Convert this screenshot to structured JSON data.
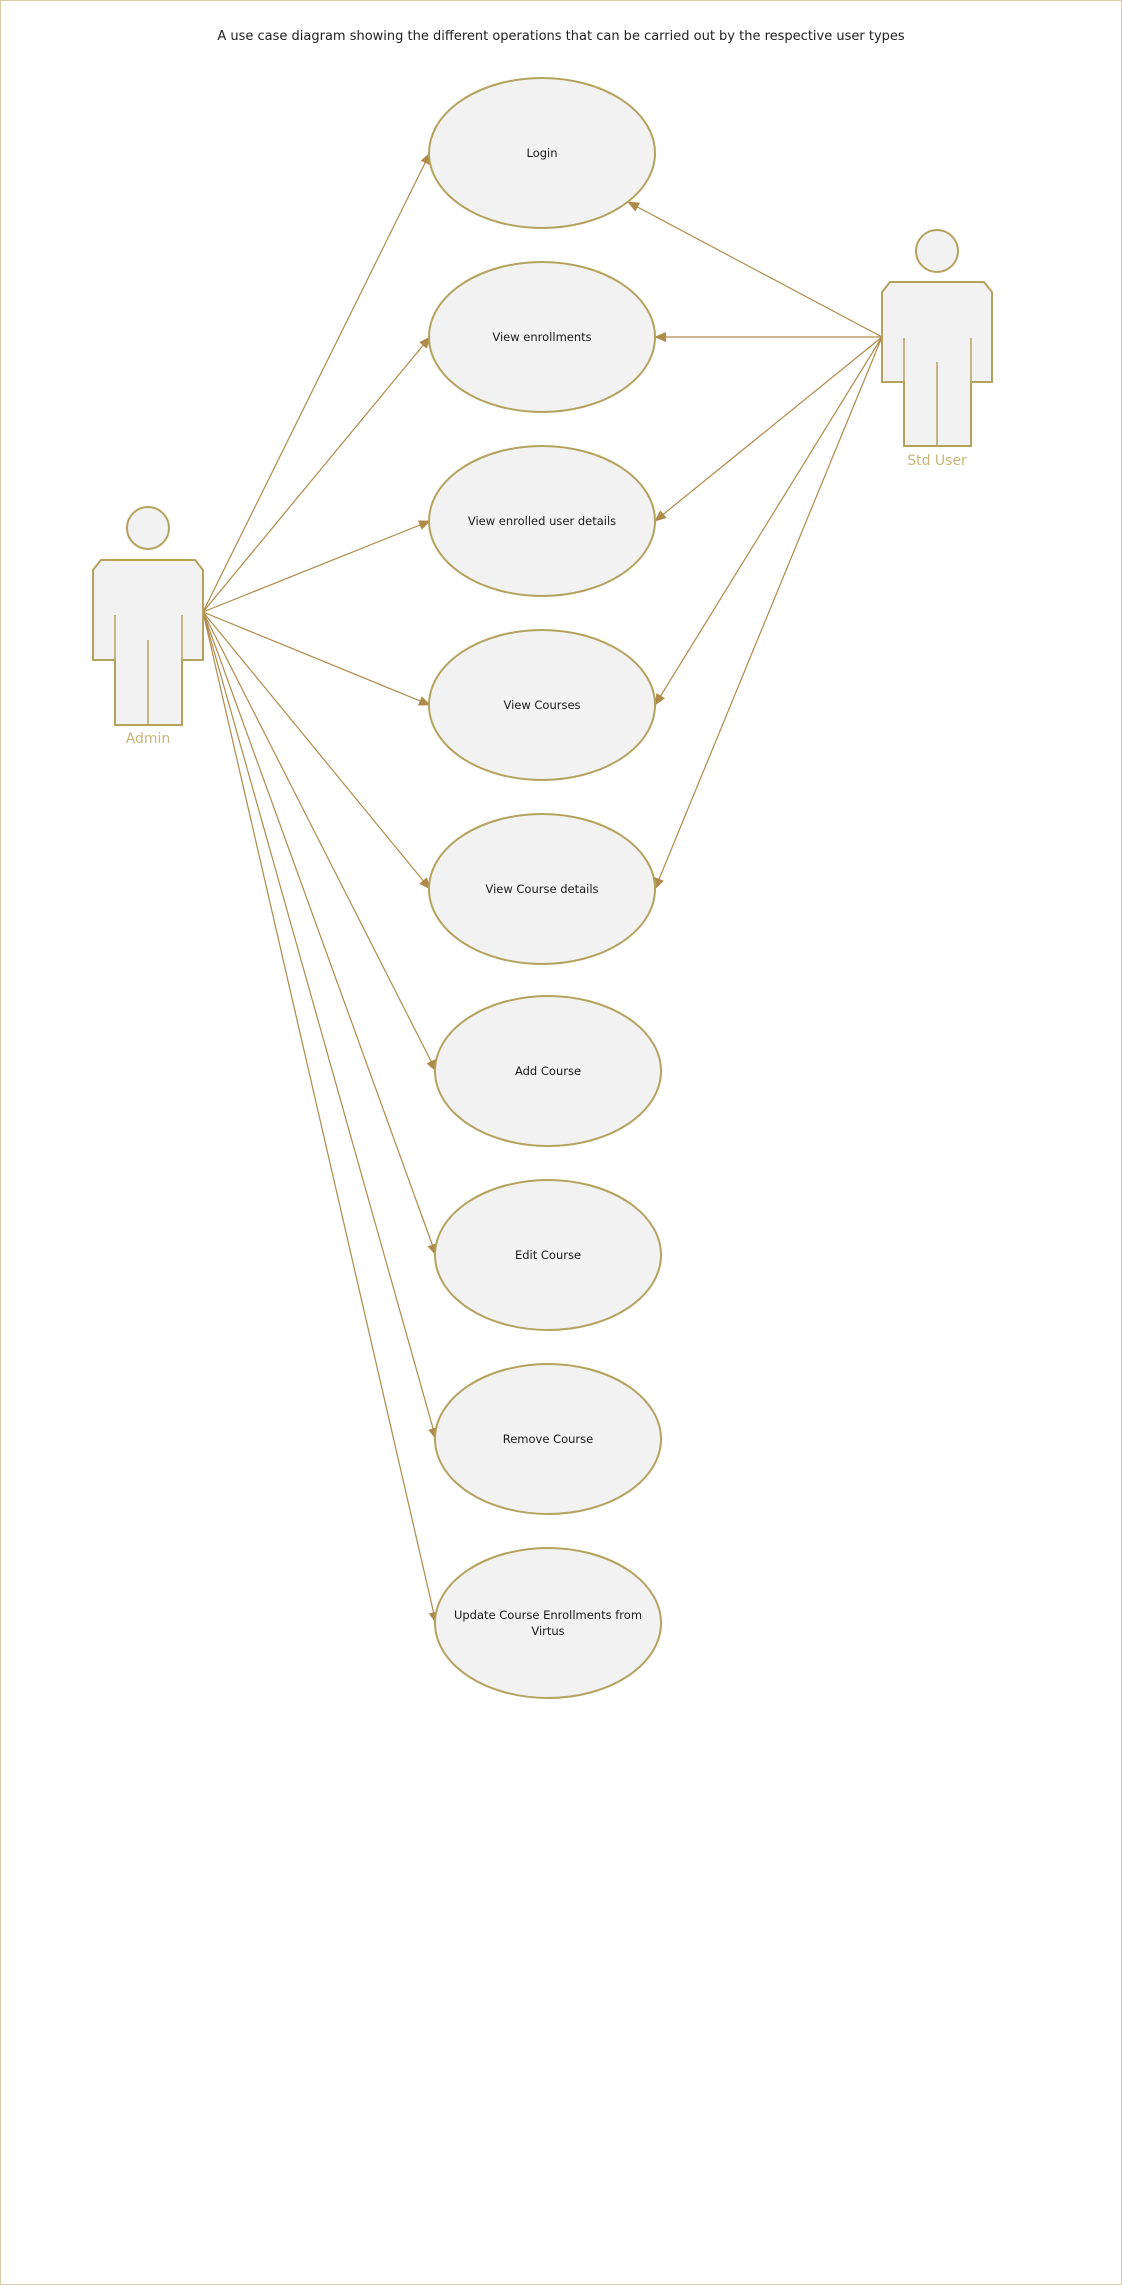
{
  "diagram": {
    "title": "A use case diagram showing the different operations that can be carried out by the respective user types",
    "actors": {
      "admin": "Admin",
      "std_user": "Std User"
    },
    "use_cases": [
      {
        "lines": [
          "Login"
        ]
      },
      {
        "lines": [
          "View enrollments"
        ]
      },
      {
        "lines": [
          "View enrolled user details"
        ]
      },
      {
        "lines": [
          "View Courses"
        ]
      },
      {
        "lines": [
          "View Course details"
        ]
      },
      {
        "lines": [
          "Add Course"
        ]
      },
      {
        "lines": [
          "Edit Course"
        ]
      },
      {
        "lines": [
          "Remove Course"
        ]
      },
      {
        "lines": [
          "Update Course Enrollments from",
          "Virtus"
        ]
      }
    ],
    "links": {
      "admin": [
        0,
        1,
        2,
        3,
        4,
        5,
        6,
        7,
        8
      ],
      "std_user": [
        0,
        1,
        2,
        3,
        4
      ]
    },
    "colors": {
      "arrow": "#b08a4a",
      "ellipse_fill": "#f2f2f2",
      "ellipse_stroke": "#b5a25f",
      "actor_stroke": "#b5a25f",
      "actor_label": "#c9b57a"
    }
  }
}
